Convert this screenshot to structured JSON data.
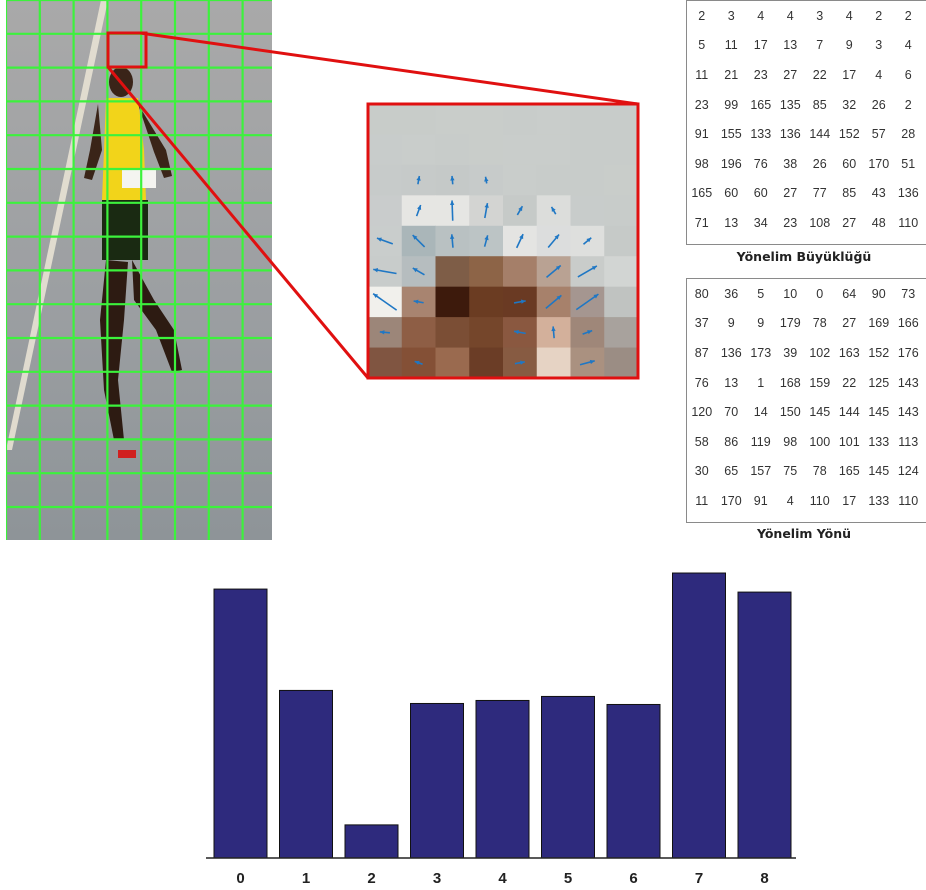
{
  "magnitude_matrix": {
    "caption": "Yönelim Büyüklüğü",
    "rows": [
      [
        "2",
        "3",
        "4",
        "4",
        "3",
        "4",
        "2",
        "2"
      ],
      [
        "5",
        "11",
        "17",
        "13",
        "7",
        "9",
        "3",
        "4"
      ],
      [
        "11",
        "21",
        "23",
        "27",
        "22",
        "17",
        "4",
        "6"
      ],
      [
        "23",
        "99",
        "165",
        "135",
        "85",
        "32",
        "26",
        "2"
      ],
      [
        "91",
        "155",
        "133",
        "136",
        "144",
        "152",
        "57",
        "28"
      ],
      [
        "98",
        "196",
        "76",
        "38",
        "26",
        "60",
        "170",
        "51"
      ],
      [
        "165",
        "60",
        "60",
        "27",
        "77",
        "85",
        "43",
        "136"
      ],
      [
        "71",
        "13",
        "34",
        "23",
        "108",
        "27",
        "48",
        "110"
      ]
    ]
  },
  "direction_matrix": {
    "caption": "Yönelim Yönü",
    "rows": [
      [
        "80",
        "36",
        "5",
        "10",
        "0",
        "64",
        "90",
        "73"
      ],
      [
        "37",
        "9",
        "9",
        "179",
        "78",
        "27",
        "169",
        "166"
      ],
      [
        "87",
        "136",
        "173",
        "39",
        "102",
        "163",
        "152",
        "176"
      ],
      [
        "76",
        "13",
        "1",
        "168",
        "159",
        "22",
        "125",
        "143"
      ],
      [
        "120",
        "70",
        "14",
        "150",
        "145",
        "144",
        "145",
        "143"
      ],
      [
        "58",
        "86",
        "119",
        "98",
        "100",
        "101",
        "133",
        "113"
      ],
      [
        "30",
        "65",
        "157",
        "75",
        "78",
        "165",
        "145",
        "124"
      ],
      [
        "11",
        "170",
        "91",
        "4",
        "110",
        "17",
        "133",
        "110"
      ]
    ]
  },
  "zoom_patch": {
    "pixels": [
      [
        "#c8ccc9",
        "#c8ccc9",
        "#c9cdca",
        "#c9cdca",
        "#c8ccca",
        "#c9cdcb",
        "#c8ccca",
        "#c8ccca"
      ],
      [
        "#c8cccb",
        "#c9cdcb",
        "#c8ccca",
        "#c9cdca",
        "#c9cdcb",
        "#c9cdcb",
        "#c8ccca",
        "#c8ccca"
      ],
      [
        "#c7cbca",
        "#c6cac9",
        "#c5c9c8",
        "#c7cbca",
        "#c9cdcb",
        "#c8ccca",
        "#c8ccca",
        "#c9cdca"
      ],
      [
        "#c9cccc",
        "#e6e6e3",
        "#e6e6e3",
        "#d3d4d2",
        "#c6cac8",
        "#dcdddb",
        "#c8cccb",
        "#c8ccca"
      ],
      [
        "#c9cdcc",
        "#aab6b9",
        "#b9c1c2",
        "#bcc4c5",
        "#e4e4e2",
        "#dcdddd",
        "#dedfdd",
        "#c6cac8"
      ],
      [
        "#c8cccb",
        "#b6bdbf",
        "#7e5d47",
        "#8d6447",
        "#a57f69",
        "#b9a293",
        "#c9ccca",
        "#d2d5d3"
      ],
      [
        "#f1f0ec",
        "#a88470",
        "#3d1a0c",
        "#6b3c22",
        "#6a3a23",
        "#a7816b",
        "#a59690",
        "#c0c3c1"
      ],
      [
        "#9c8679",
        "#8e5e45",
        "#7b4e35",
        "#75462b",
        "#8a5840",
        "#d3b09b",
        "#9f8779",
        "#a8a29d"
      ],
      [
        "#805541",
        "#845036",
        "#9a6a4f",
        "#6b3d26",
        "#875b42",
        "#e6d3c4",
        "#aa9180",
        "#9b8d84"
      ]
    ],
    "arrows": [
      {
        "r": 2,
        "c": 1,
        "angle": 80,
        "len": 0.25
      },
      {
        "r": 2,
        "c": 2,
        "angle": 95,
        "len": 0.25
      },
      {
        "r": 2,
        "c": 3,
        "angle": 100,
        "len": 0.2
      },
      {
        "r": 3,
        "c": 1,
        "angle": 70,
        "len": 0.35
      },
      {
        "r": 3,
        "c": 2,
        "angle": 92,
        "len": 0.6
      },
      {
        "r": 3,
        "c": 3,
        "angle": 80,
        "len": 0.45
      },
      {
        "r": 3,
        "c": 4,
        "angle": 60,
        "len": 0.3
      },
      {
        "r": 3,
        "c": 5,
        "angle": 120,
        "len": 0.25
      },
      {
        "r": 4,
        "c": 0,
        "angle": 160,
        "len": 0.5
      },
      {
        "r": 4,
        "c": 1,
        "angle": 135,
        "len": 0.5
      },
      {
        "r": 4,
        "c": 2,
        "angle": 95,
        "len": 0.4
      },
      {
        "r": 4,
        "c": 3,
        "angle": 75,
        "len": 0.35
      },
      {
        "r": 4,
        "c": 4,
        "angle": 65,
        "len": 0.45
      },
      {
        "r": 4,
        "c": 5,
        "angle": 50,
        "len": 0.5
      },
      {
        "r": 4,
        "c": 6,
        "angle": 40,
        "len": 0.3
      },
      {
        "r": 5,
        "c": 0,
        "angle": 170,
        "len": 0.7
      },
      {
        "r": 5,
        "c": 1,
        "angle": 150,
        "len": 0.4
      },
      {
        "r": 5,
        "c": 5,
        "angle": 40,
        "len": 0.55
      },
      {
        "r": 5,
        "c": 6,
        "angle": 30,
        "len": 0.65
      },
      {
        "r": 6,
        "c": 0,
        "angle": 145,
        "len": 0.85
      },
      {
        "r": 6,
        "c": 1,
        "angle": 170,
        "len": 0.3
      },
      {
        "r": 6,
        "c": 4,
        "angle": 10,
        "len": 0.35
      },
      {
        "r": 6,
        "c": 5,
        "angle": 40,
        "len": 0.6
      },
      {
        "r": 6,
        "c": 6,
        "angle": 35,
        "len": 0.8
      },
      {
        "r": 7,
        "c": 0,
        "angle": 175,
        "len": 0.3
      },
      {
        "r": 7,
        "c": 4,
        "angle": 170,
        "len": 0.35
      },
      {
        "r": 7,
        "c": 5,
        "angle": 95,
        "len": 0.35
      },
      {
        "r": 7,
        "c": 6,
        "angle": 20,
        "len": 0.3
      },
      {
        "r": 8,
        "c": 1,
        "angle": 160,
        "len": 0.25
      },
      {
        "r": 8,
        "c": 4,
        "angle": 10,
        "len": 0.3
      },
      {
        "r": 8,
        "c": 6,
        "angle": 15,
        "len": 0.45
      }
    ]
  },
  "colors": {
    "grid": "#3cf23c",
    "highlight": "#e01010",
    "arrow": "#1f77c4",
    "bar": "#2e2a7d"
  },
  "chart_data": {
    "type": "bar",
    "categories": [
      "0",
      "1",
      "2",
      "3",
      "4",
      "5",
      "6",
      "7",
      "8"
    ],
    "values": [
      268,
      167,
      33,
      154,
      157,
      161,
      153,
      284,
      265
    ],
    "ylim": [
      0,
      290
    ]
  }
}
